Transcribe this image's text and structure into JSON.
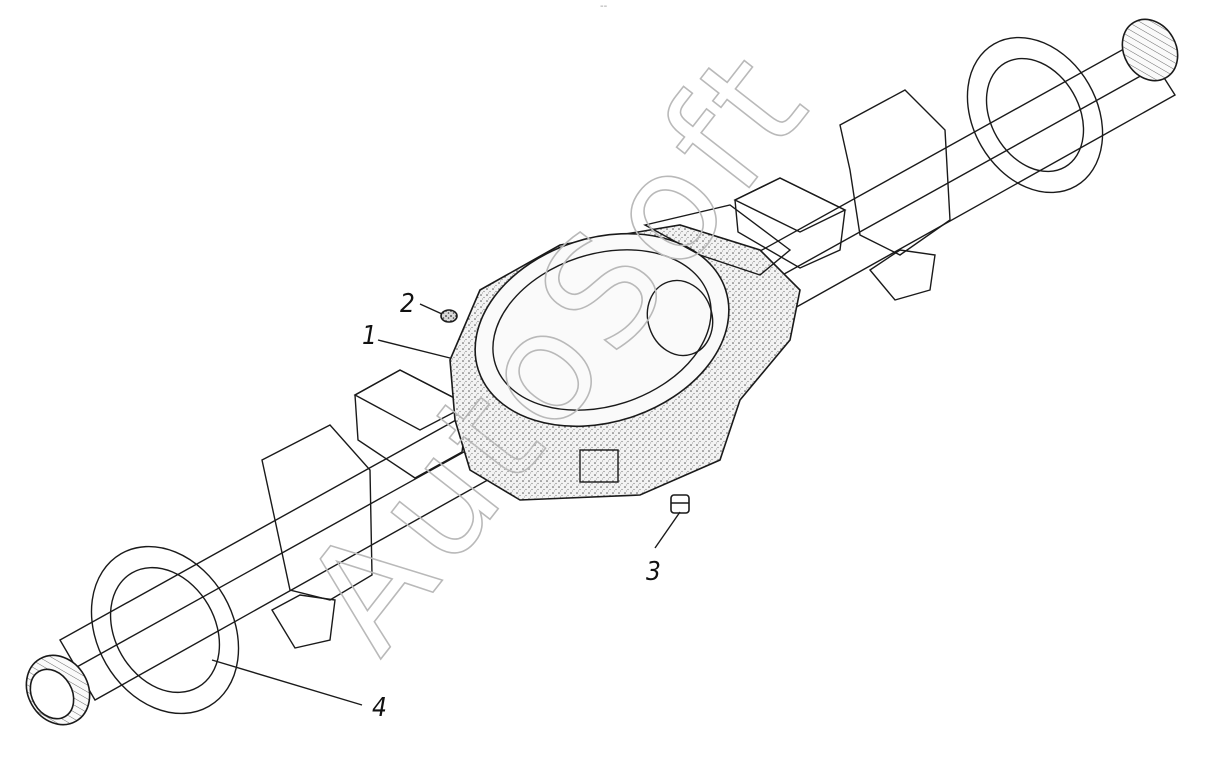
{
  "diagram": {
    "subject": "drive-axle-housing-assembly",
    "watermark": "AutoSoft",
    "top_mark": "--",
    "callouts": [
      {
        "id": "callout-1",
        "label": "1"
      },
      {
        "id": "callout-2",
        "label": "2"
      },
      {
        "id": "callout-3",
        "label": "3"
      },
      {
        "id": "callout-4",
        "label": "4"
      }
    ]
  },
  "colors": {
    "ink": "#1a1a1a",
    "paper": "#ffffff",
    "watermark": "#b9b9b9"
  }
}
